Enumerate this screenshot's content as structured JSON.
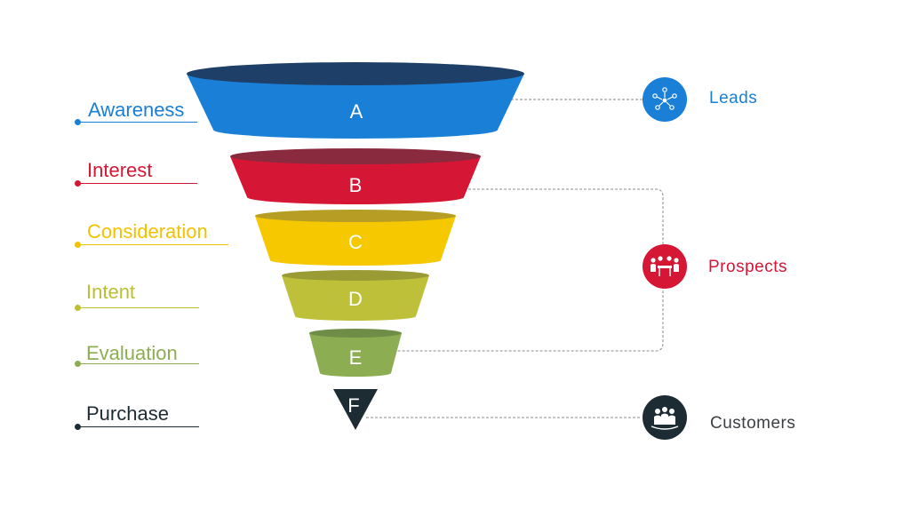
{
  "stages": [
    {
      "label": "Awareness",
      "letter": "A",
      "color": "#1a7fd6",
      "top_color": "#1e3f68"
    },
    {
      "label": "Interest",
      "letter": "B",
      "color": "#d61635",
      "top_color": "#8a2a3e"
    },
    {
      "label": "Consideration",
      "letter": "C",
      "color": "#f5c800",
      "top_color": "#b79d23"
    },
    {
      "label": "Intent",
      "letter": "D",
      "color": "#bfc03a",
      "top_color": "#9a9b35"
    },
    {
      "label": "Evaluation",
      "letter": "E",
      "color": "#8cad52",
      "top_color": "#6f8d47"
    },
    {
      "label": "Purchase",
      "letter": "F",
      "color": "#1d2b33",
      "top_color": "#1d2b33"
    }
  ],
  "groups": [
    {
      "label": "Leads",
      "icon": "network-icon",
      "color": "#1a7fd6"
    },
    {
      "label": "Prospects",
      "icon": "meeting-icon",
      "color": "#d61635"
    },
    {
      "label": "Customers",
      "icon": "people-icon",
      "color": "#1d2b33"
    }
  ],
  "text_colors": {
    "awareness": "#1a7fd6",
    "interest": "#d61635",
    "consideration": "#f2c200",
    "intent": "#bcbf34",
    "evaluation": "#8cad52",
    "purchase": "#1d2b33",
    "leads": "#1a7fd6",
    "prospects": "#d61635",
    "customers": "#3a3f44"
  }
}
